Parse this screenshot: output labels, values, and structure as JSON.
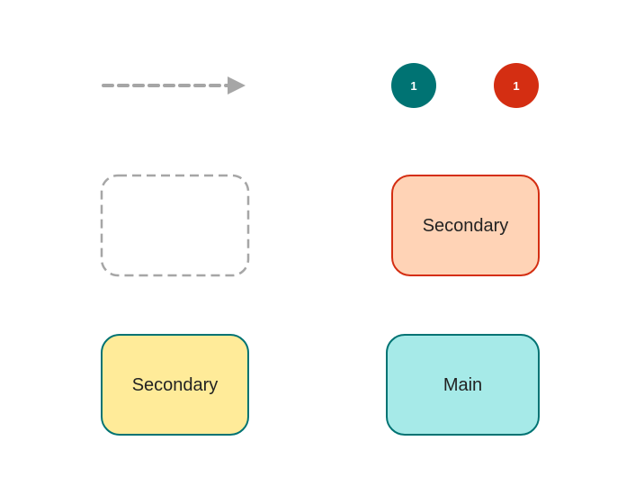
{
  "colors": {
    "background": "#ffffff",
    "connector_gray": "#a6a6a6",
    "badge_teal": "#007373",
    "badge_red": "#d42e12",
    "secondary_orange_fill": "#ffd3b6",
    "secondary_orange_stroke": "#d42e12",
    "secondary_yellow_fill": "#ffeb99",
    "secondary_yellow_stroke": "#007373",
    "main_fill": "#a6eae8",
    "main_stroke": "#007373",
    "text": "#222222",
    "badge_text": "#ffffff"
  },
  "legend": {
    "connector": {
      "style": "dashed-arrow",
      "icon": "dashed-arrow-icon"
    },
    "badges": [
      {
        "label": "1",
        "color": "teal"
      },
      {
        "label": "1",
        "color": "red"
      }
    ],
    "placeholder": {
      "style": "dashed-rounded-rect"
    },
    "nodes": [
      {
        "label": "Secondary",
        "variant": "orange"
      },
      {
        "label": "Secondary",
        "variant": "yellow"
      },
      {
        "label": "Main",
        "variant": "main"
      }
    ]
  }
}
